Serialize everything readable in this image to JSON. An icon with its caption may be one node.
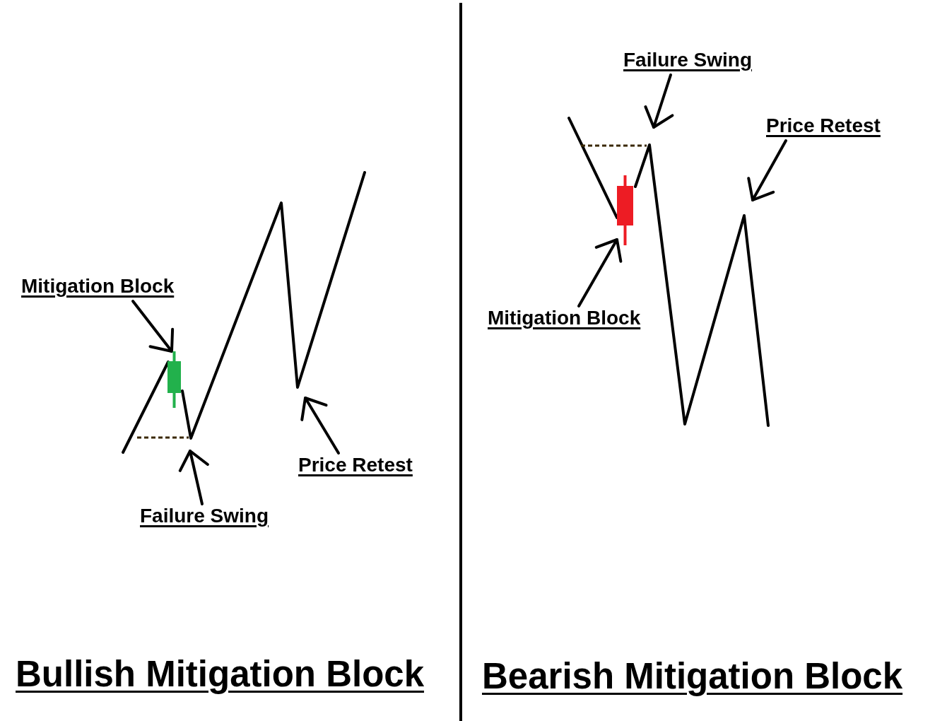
{
  "diagram": {
    "nodes": [
      {
        "text": [
          "Mitigation Block"
        ]
      },
      {
        "text": [],
        "shape": "bar"
      },
      {
        "text": [
          "Price Retest"
        ]
      },
      {
        "text": [
          "Failure Swing"
        ]
      },
      {
        "text": [
          "Failure Swing"
        ]
      },
      {
        "text": [
          "Price Retest"
        ]
      },
      {
        "text": [],
        "shape": "bar"
      },
      {
        "text": [
          "Mitigation Block"
        ]
      }
    ],
    "edges": [
      {
        "from": 0,
        "to": 1,
        "arrow": "to"
      },
      {
        "from": 3,
        "to": null,
        "arrow": "to"
      },
      {
        "from": 2,
        "to": null,
        "arrow": "to"
      },
      {
        "from": 4,
        "to": null,
        "arrow": "to"
      },
      {
        "from": 5,
        "to": null,
        "arrow": "to"
      },
      {
        "from": 7,
        "to": 6,
        "arrow": "to"
      }
    ],
    "labels": [
      "Bullish Mitigation Block",
      "Bearish Mitigation Block"
    ]
  }
}
